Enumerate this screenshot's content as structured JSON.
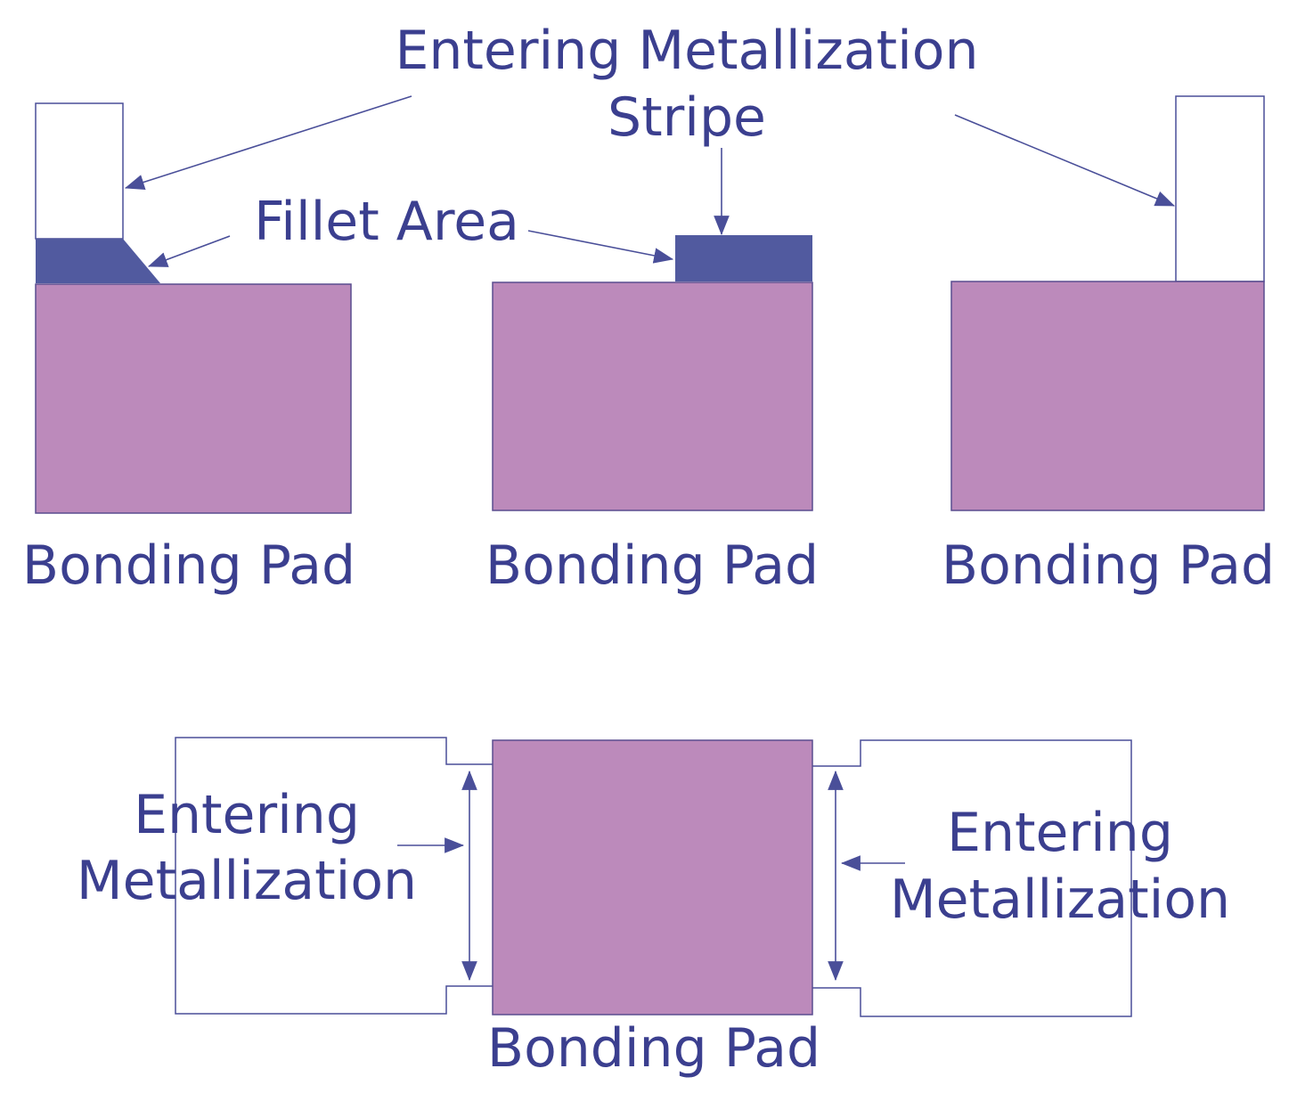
{
  "labels": {
    "entering_stripe_line1": "Entering Metallization",
    "entering_stripe_line2": "Stripe",
    "fillet_area": "Fillet Area",
    "bonding_pad": "Bonding Pad",
    "entering": "Entering",
    "metallization": "Metallization"
  },
  "colors": {
    "pad": "#bc8abb",
    "metal_dark": "#515a9f",
    "text": "#3b3f8f",
    "line": "#4a4f99"
  }
}
